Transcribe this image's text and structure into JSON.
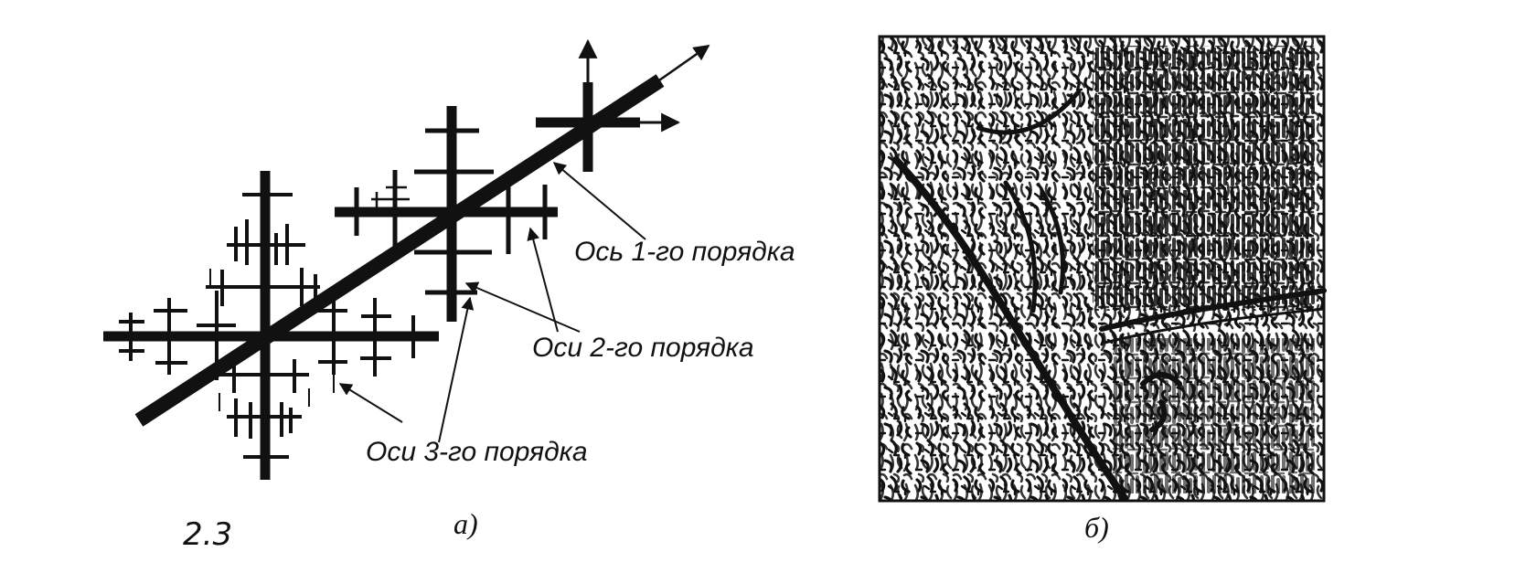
{
  "figure": {
    "labels": {
      "axis1": "Ось 1-го порядка",
      "axis2": "Оси 2-го порядка",
      "axis3": "Оси 3-го порядка"
    },
    "captions": {
      "a": "а)",
      "b": "б)"
    },
    "handwritten_note": "2.3",
    "colors": {
      "ink": "#111111",
      "paper": "#ffffff"
    }
  }
}
